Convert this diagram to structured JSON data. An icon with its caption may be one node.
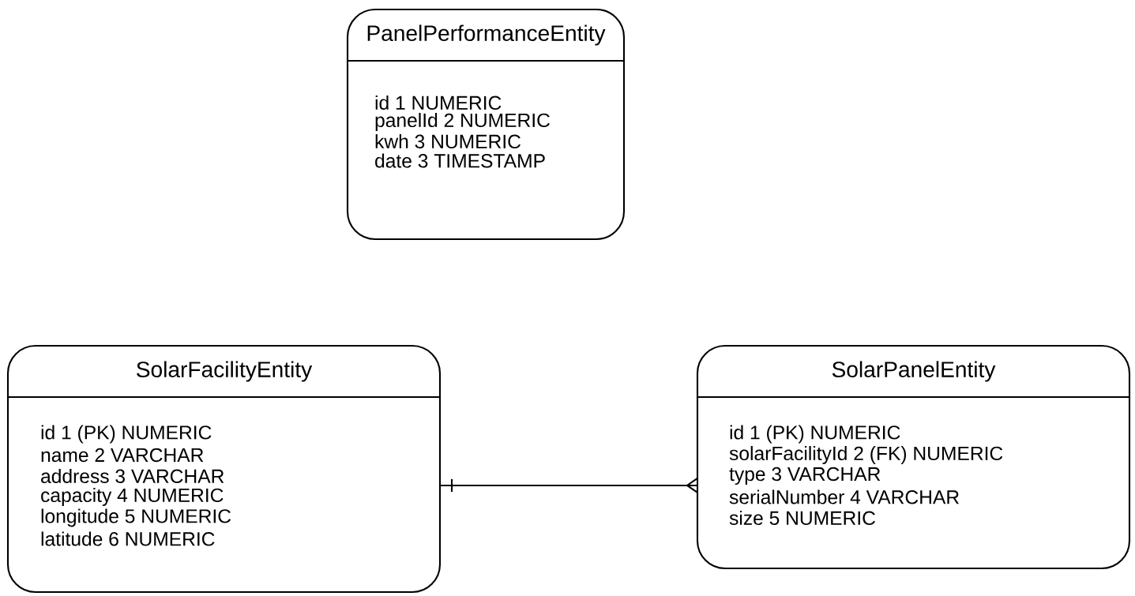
{
  "diagram": {
    "nodes": [
      {
        "text": [
          "PanelPerformanceEntity",
          "id 1 NUMERIC",
          "panelId 2 NUMERIC",
          "kwh 3 NUMERIC",
          "date 3 TIMESTAMP"
        ]
      },
      {
        "text": [
          "SolarFacilityEntity",
          "id 1 (PK) NUMERIC",
          "name 2 VARCHAR",
          "address 3 VARCHAR",
          "capacity 4 NUMERIC",
          "longitude 5 NUMERIC",
          "latitude 6 NUMERIC"
        ]
      },
      {
        "text": [
          "SolarPanelEntity",
          "id 1 (PK) NUMERIC",
          "solarFacilityId 2 (FK) NUMERIC",
          "type 3 VARCHAR",
          "serialNumber 4 VARCHAR",
          "size 5 NUMERIC"
        ]
      }
    ],
    "edges": [
      {
        "from": 1,
        "to": 2,
        "arrow": "other"
      }
    ]
  }
}
